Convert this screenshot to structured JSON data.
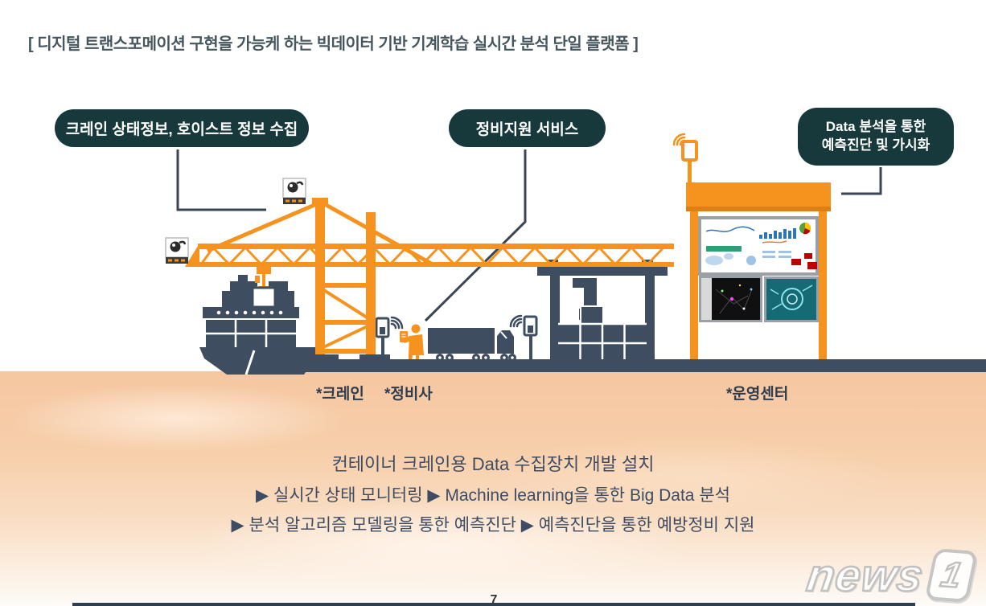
{
  "title": "[ 디지털 트랜스포메이션 구현을 가능케 하는 빅데이터 기반 기계학습 실시간 분석 단일 플랫폼 ]",
  "callouts": {
    "crane_info": "크레인 상태정보, 호이스트 정보 수집",
    "maintenance": "정비지원 서비스",
    "data_line1": "Data 분석을 통한",
    "data_line2": "예측진단 및 가시화"
  },
  "scene_labels": {
    "crane": "*크레인",
    "mechanic": "*정비사",
    "ops_center": "*운영센터"
  },
  "description": {
    "line1": "컨테이너 크레인용 Data 수집장치 개발 설치",
    "line2": "▶ 실시간 상태 모니터링  ▶ Machine learning을 통한 Big Data 분석",
    "line3": "▶ 분석 알고리즘 모델링을 통한 예측진단 ▶ 예측진단을 통한 예방정비 지원"
  },
  "watermark": {
    "news": "news",
    "one": "1"
  },
  "page_number": "7",
  "colors": {
    "callout_teal": "#17393B",
    "accent_orange": "#F6921E",
    "illustration_slate": "#3E4D5F",
    "ground_peach": "#F6C9A4",
    "body_text": "#3D4C63"
  }
}
